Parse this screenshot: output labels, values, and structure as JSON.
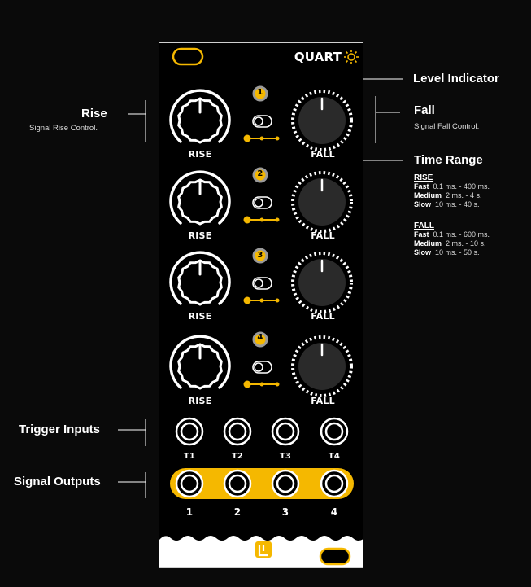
{
  "module": {
    "name": "QUART",
    "rows": [
      {
        "index": "1",
        "rise_label": "RISE",
        "fall_label": "FALL"
      },
      {
        "index": "2",
        "rise_label": "RISE",
        "fall_label": "FALL"
      },
      {
        "index": "3",
        "rise_label": "RISE",
        "fall_label": "FALL"
      },
      {
        "index": "4",
        "rise_label": "RISE",
        "fall_label": "FALL"
      }
    ],
    "trigger_inputs": [
      "T1",
      "T2",
      "T3",
      "T4"
    ],
    "signal_outputs": [
      "1",
      "2",
      "3",
      "4"
    ]
  },
  "callouts": {
    "level_indicator": {
      "title": "Level Indicator"
    },
    "rise": {
      "title": "Rise",
      "subtitle": "Signal Rise Control."
    },
    "fall": {
      "title": "Fall",
      "subtitle": "Signal Fall Control."
    },
    "time_range": {
      "title": "Time Range",
      "rise": {
        "heading": "RISE",
        "rows": [
          {
            "name": "Fast",
            "value": "0.1 ms. - 400 ms."
          },
          {
            "name": "Medium",
            "value": "2 ms. - 4 s."
          },
          {
            "name": "Slow",
            "value": "10 ms. - 40 s."
          }
        ]
      },
      "fall": {
        "heading": "FALL",
        "rows": [
          {
            "name": "Fast",
            "value": "0.1 ms. - 600 ms."
          },
          {
            "name": "Medium",
            "value": "2 ms. - 10 s."
          },
          {
            "name": "Slow",
            "value": "10 ms. - 50 s."
          }
        ]
      }
    },
    "trigger_inputs": {
      "title": "Trigger Inputs"
    },
    "signal_outputs": {
      "title": "Signal Outputs"
    }
  },
  "colors": {
    "accent": "#f5b800",
    "panel": "#000000",
    "background": "#0a0a0a",
    "fall_knob": "#2a2a2a"
  }
}
